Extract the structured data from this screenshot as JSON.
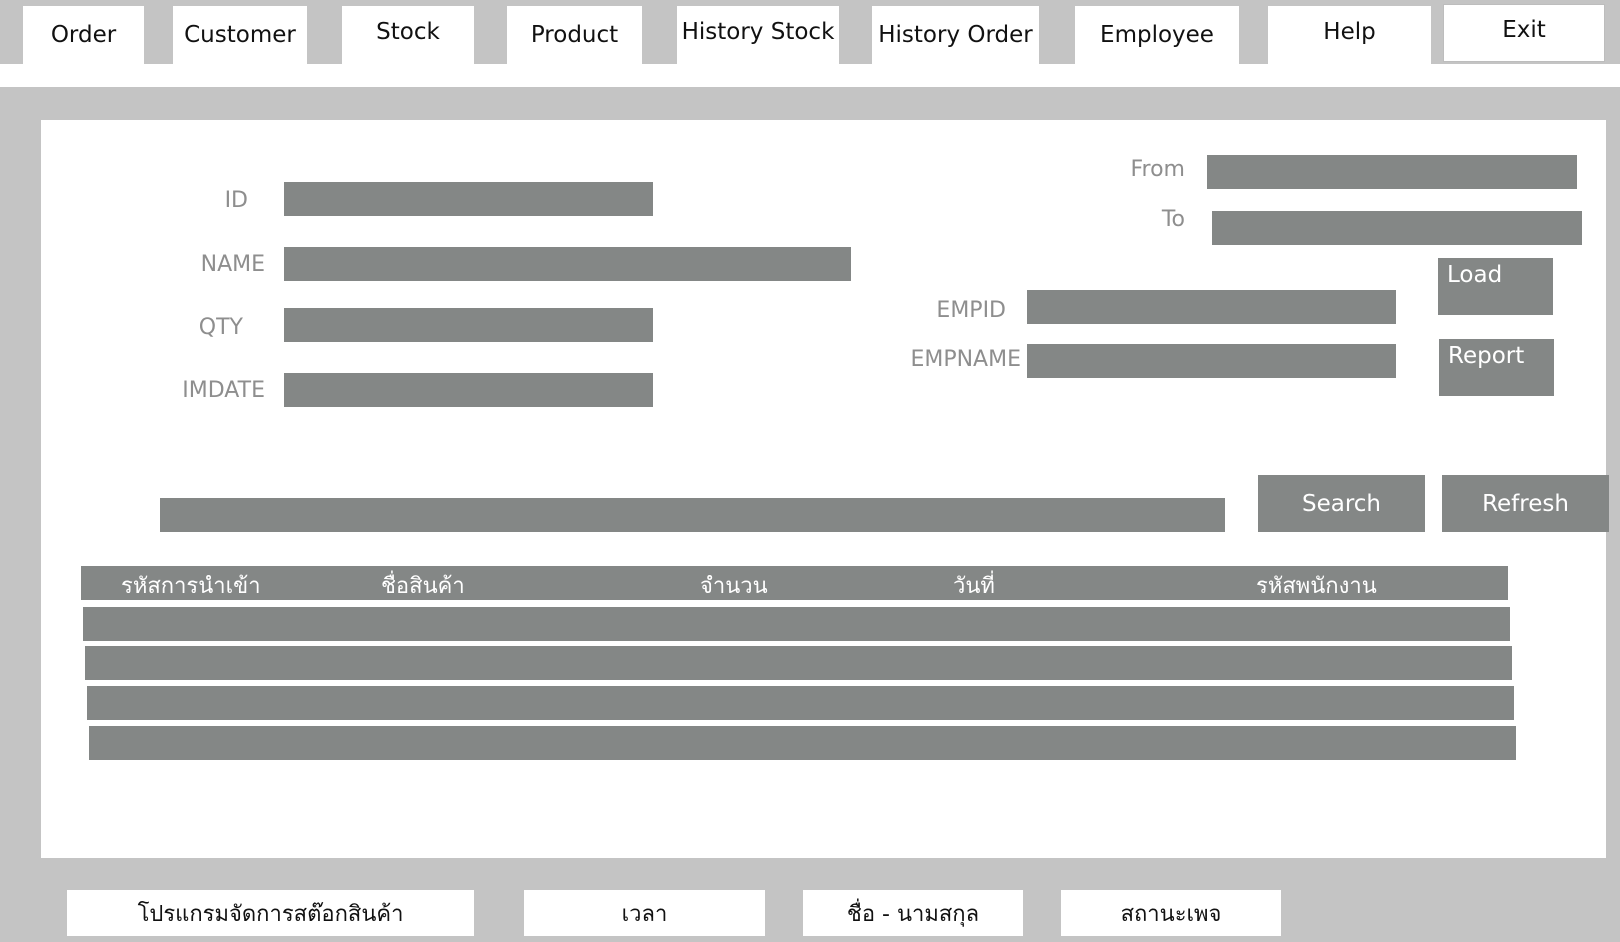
{
  "menu": {
    "order": "Order",
    "customer": "Customer",
    "stock": "Stock",
    "product": "Product",
    "history_stock": "History Stock",
    "history_order": "History Order",
    "employee": "Employee",
    "help": "Help",
    "exit": "Exit"
  },
  "form": {
    "id_label": "ID",
    "name_label": "NAME",
    "qty_label": "QTY",
    "imdate_label": "IMDATE",
    "from_label": "From",
    "to_label": "To",
    "empid_label": "EMPID",
    "empname_label": "EMPNAME"
  },
  "buttons": {
    "load": "Load",
    "report": "Report",
    "search": "Search",
    "refresh": "Refresh"
  },
  "table": {
    "columns": [
      "รหัสการนำเข้า",
      "ชื่อสินค้า",
      "จำนวน",
      "วันที่",
      "รหัสพนักงาน"
    ],
    "rows": [
      [
        "",
        "",
        "",
        "",
        ""
      ],
      [
        "",
        "",
        "",
        "",
        ""
      ],
      [
        "",
        "",
        "",
        "",
        ""
      ],
      [
        "",
        "",
        "",
        "",
        ""
      ]
    ]
  },
  "statusbar": {
    "program": "โปรแกรมจัดการสต๊อกสินค้า",
    "time": "เวลา",
    "fullname": "ชื่อ - นามสกุล",
    "position": "สถานะเพจ"
  },
  "colors": {
    "background": "#c4c4c4",
    "panel": "#ffffff",
    "field": "#848786",
    "label": "#8e8e8e"
  }
}
